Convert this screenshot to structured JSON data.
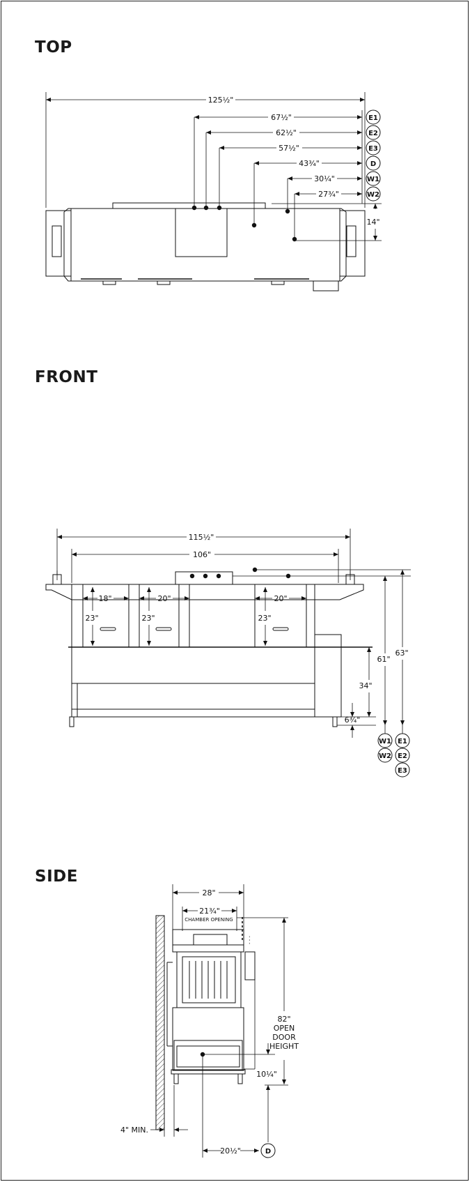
{
  "sections": {
    "top": "TOP",
    "front": "FRONT",
    "side": "SIDE"
  },
  "top_view": {
    "overall": "125½\"",
    "e1_dim": "67½\"",
    "e2_dim": "62½\"",
    "e3_dim": "57½\"",
    "d_dim": "43¾\"",
    "w1_dim": "30¼\"",
    "w2_dim": "27¾\"",
    "depth_dim": "14\""
  },
  "front_view": {
    "overall": "115½\"",
    "inner": "106\"",
    "rack1_width": "18\"",
    "rack2_width": "20\"",
    "rack3_width": "20\"",
    "rack1_height": "23\"",
    "rack2_height": "23\"",
    "rack3_height": "23\"",
    "table_height": "34\"",
    "w_height": "61\"",
    "e_height": "63\"",
    "floor_clear": "6¾\""
  },
  "side_view": {
    "width": "28\"",
    "chamber_dim": "21¾\"",
    "chamber_label": "CHAMBER OPENING",
    "door_height": "82\"",
    "door_label_1": "OPEN",
    "door_label_2": "DOOR",
    "door_label_3": "HEIGHT",
    "drain_height": "10¼\"",
    "drain_offset": "20½\"",
    "wall_clear": "4\" MIN."
  },
  "connections": {
    "e1": "E1",
    "e2": "E2",
    "e3": "E3",
    "d": "D",
    "w1": "W1",
    "w2": "W2"
  }
}
